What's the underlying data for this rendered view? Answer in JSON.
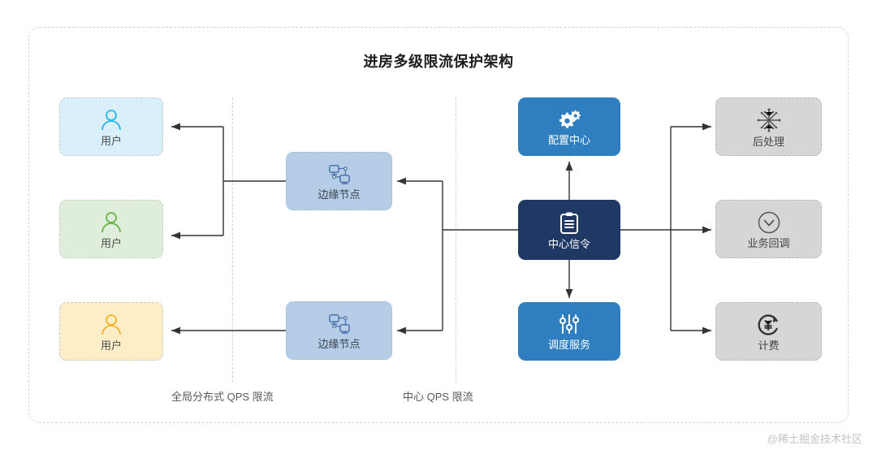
{
  "diagram": {
    "title": "进房多级限流保护架构",
    "watermark": "@稀土掘金技术社区",
    "colors": {
      "user_blue_bg": "#d9f0fb",
      "user_green_bg": "#dfeeda",
      "user_amber_bg": "#fdeec8",
      "user_blue_icon": "#29b6f0",
      "user_green_icon": "#6cb346",
      "user_amber_icon": "#f5b324",
      "edge_bg": "#b6cde8",
      "edge_icon": "#4a72ad",
      "center_blue": "#2f7ec0",
      "center_navy": "#1f3864",
      "gray_bg": "#d6d6d6",
      "gray_icon": "#555555",
      "wire": "#333333",
      "divider": "#d6d6d6"
    },
    "users": [
      {
        "label": "用户",
        "icon": "user-icon",
        "tone": "blue"
      },
      {
        "label": "用户",
        "icon": "user-icon",
        "tone": "green"
      },
      {
        "label": "用户",
        "icon": "user-icon",
        "tone": "amber"
      }
    ],
    "edges": [
      {
        "label": "边缘节点",
        "icon": "network-topology-icon"
      },
      {
        "label": "边缘节点",
        "icon": "network-topology-icon"
      }
    ],
    "center": [
      {
        "label": "配置中心",
        "icon": "gears-icon"
      },
      {
        "label": "中心信令",
        "icon": "document-list-icon"
      },
      {
        "label": "调度服务",
        "icon": "sliders-icon"
      }
    ],
    "downstream": [
      {
        "label": "后处理",
        "icon": "burst-node-icon"
      },
      {
        "label": "业务回调",
        "icon": "circle-chevron-down-icon"
      },
      {
        "label": "计费",
        "icon": "yuan-refresh-icon"
      }
    ],
    "captions": [
      "全局分布式 QPS 限流",
      "中心 QPS 限流"
    ]
  }
}
